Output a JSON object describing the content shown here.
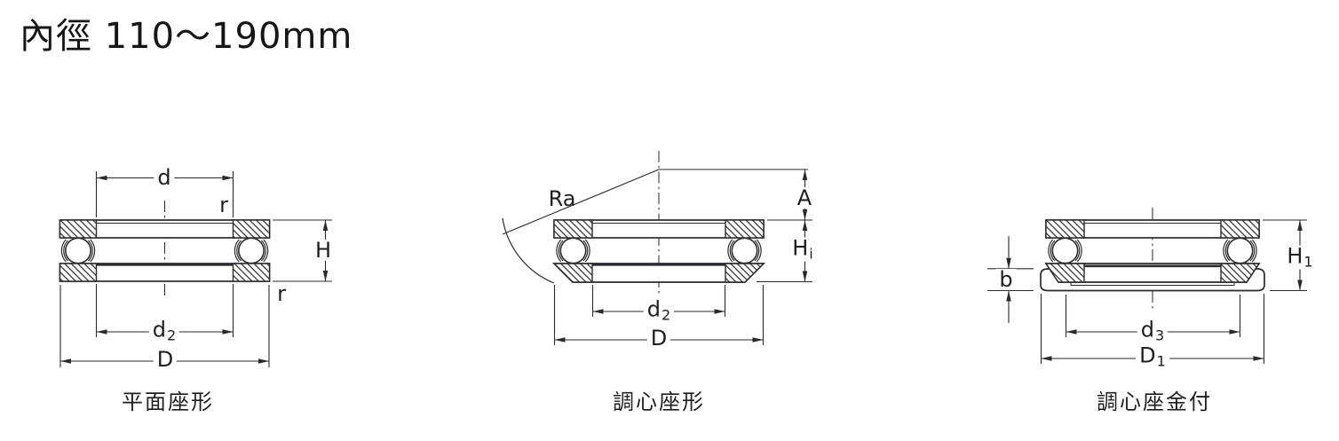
{
  "title": "內徑 110～190mm",
  "colors": {
    "line": "#2a2a2e",
    "text": "#1e1e23"
  },
  "diagrams": [
    {
      "caption": "平面座形",
      "labels": {
        "d": "d",
        "r_top": "r",
        "H": "H",
        "r_bottom": "r",
        "d2_base": "d",
        "d2_sub": "2",
        "D": "D"
      }
    },
    {
      "caption": "調心座形",
      "labels": {
        "Ra": "Ra",
        "A": "A",
        "Hi_base": "H",
        "Hi_sub": "i",
        "d2_base": "d",
        "d2_sub": "2",
        "D": "D"
      }
    },
    {
      "caption": "調心座金付",
      "labels": {
        "b": "b",
        "H1_base": "H",
        "H1_sub": "1",
        "d3_base": "d",
        "d3_sub": "3",
        "D1_base": "D",
        "D1_sub": "1"
      }
    }
  ]
}
